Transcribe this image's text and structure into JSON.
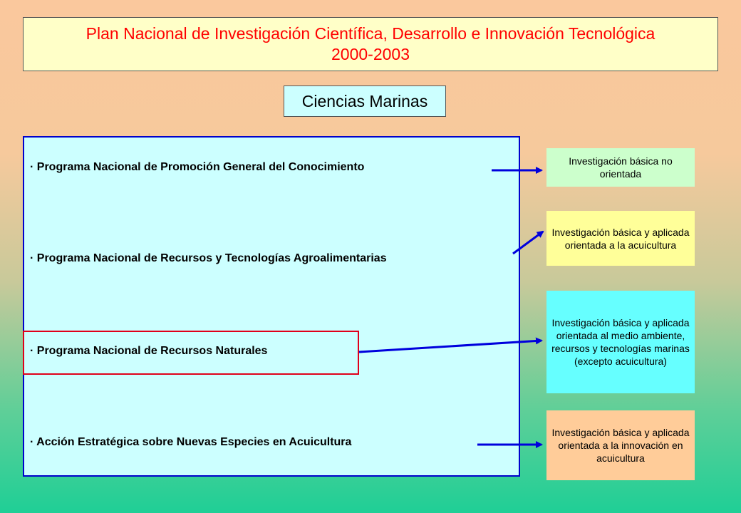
{
  "title": {
    "line1": "Plan Nacional de Investigación Científica, Desarrollo e Innovación Tecnológica",
    "line2": "2000-2003"
  },
  "subtitle": "Ciencias Marinas",
  "programs": [
    "· Programa Nacional de Promoción General del Conocimiento",
    "· Programa Nacional de Recursos y Tecnologías Agroalimentarias",
    "· Programa Nacional de Recursos Naturales",
    "· Acción Estratégica sobre Nuevas Especies en Acuicultura"
  ],
  "categories": [
    {
      "text": "Investigación básica no orientada",
      "color": "#ccffcc"
    },
    {
      "text": "Investigación básica y aplicada orientada a la acuicultura",
      "color": "#ffff99"
    },
    {
      "text": "Investigación básica y aplicada orientada al medio ambiente, recursos y tecnologías marinas  (excepto acuicultura)",
      "color": "#66ffff"
    },
    {
      "text": "Investigación básica y aplicada orientada a la innovación en acuicultura",
      "color": "#ffcc99"
    }
  ],
  "colors": {
    "arrow": "#0000dd",
    "highlight_border": "#e0001a",
    "title_text": "#ff0000"
  }
}
